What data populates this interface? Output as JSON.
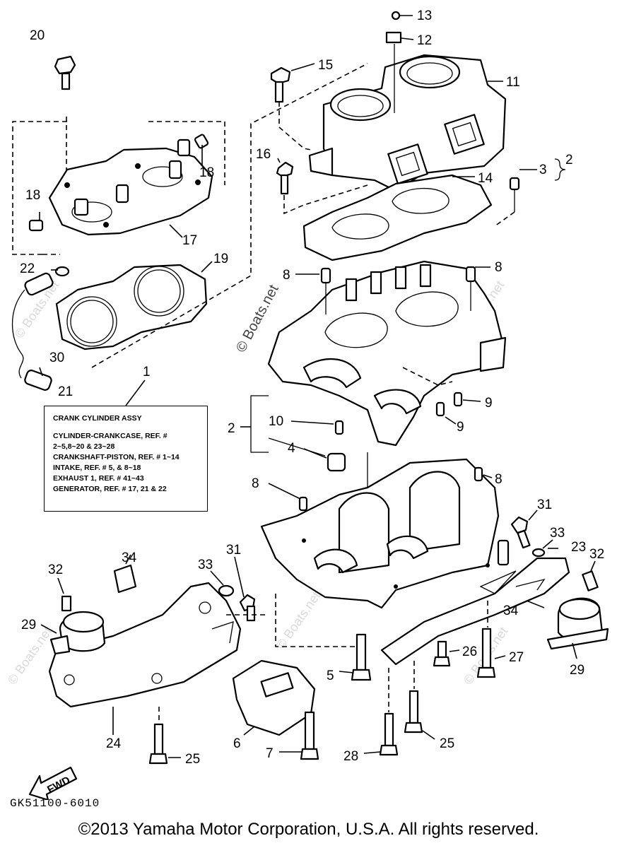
{
  "note": {
    "title": "CRANK CYLINDER ASSY",
    "lines": [
      "CYLINDER-CRANKCASE, REF. #",
      "2~5,8~20 & 23~28",
      "CRANKSHAFT-PISTON, REF. # 1~14",
      "INTAKE, REF. # 5, & 8~18",
      "EXHAUST 1, REF. # 41~43",
      "GENERATOR, REF. # 17, 21 & 22"
    ]
  },
  "callouts": {
    "c1": "1",
    "c2a": "2",
    "c2b": "2",
    "c3": "3",
    "c4": "4",
    "c5": "5",
    "c6": "6",
    "c7": "7",
    "c8a": "8",
    "c8b": "8",
    "c8c": "8",
    "c8d": "8",
    "c9a": "9",
    "c9b": "9",
    "c10": "10",
    "c11": "11",
    "c12": "12",
    "c13": "13",
    "c14": "14",
    "c15": "15",
    "c16": "16",
    "c17": "17",
    "c18a": "18",
    "c18b": "18",
    "c19": "19",
    "c20": "20",
    "c21": "21",
    "c22": "22",
    "c23": "23",
    "c24": "24",
    "c25a": "25",
    "c25b": "25",
    "c26": "26",
    "c27": "27",
    "c28": "28",
    "c29a": "29",
    "c29b": "29",
    "c30": "30",
    "c31a": "31",
    "c31b": "31",
    "c32a": "32",
    "c32b": "32",
    "c33a": "33",
    "c33b": "33",
    "c34a": "34",
    "c34b": "34"
  },
  "fwd_label": "FWD",
  "diagram_code": "GK51100-6010",
  "copyright": "©2013 Yamaha Motor Corporation, U.S.A. All rights reserved.",
  "watermark": "© Boats.net"
}
